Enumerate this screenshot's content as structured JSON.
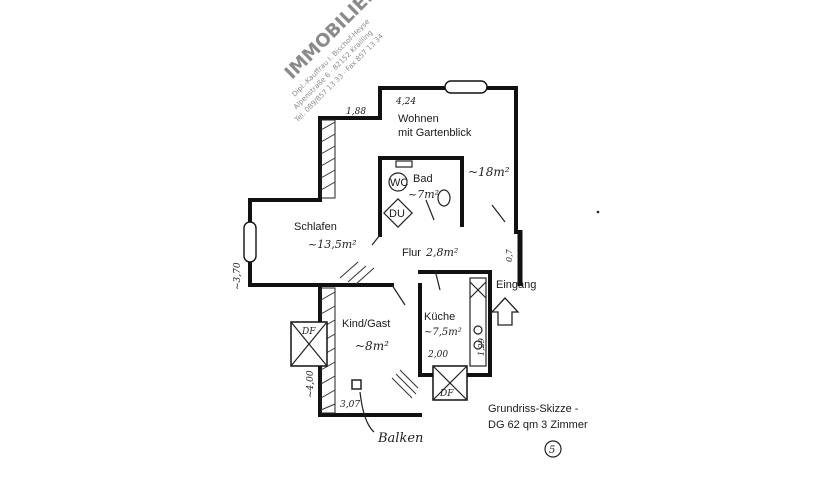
{
  "stamp": {
    "brand": "IMMOBILIEN",
    "line1": "Dipl.-Kauffrau I. Bischof-Heyse",
    "line2": "Alpenstraße 6 · 82152 Krailling",
    "line3": "Tel. 089/857 13 33 · Fax 857 13 34"
  },
  "rooms": {
    "wohnen": {
      "name_1": "Wohnen",
      "name_2": "mit Gartenblick",
      "area": "~18m²"
    },
    "bad": {
      "name": "Bad",
      "area": "~7m²",
      "wc": "WC",
      "du": "DU"
    },
    "schlafen": {
      "name": "Schlafen",
      "area": "~13,5m²"
    },
    "flur": {
      "name": "Flur",
      "area": "2,8m²"
    },
    "kind": {
      "name": "Kind/Gast",
      "area": "~8m²"
    },
    "kueche": {
      "name": "Küche",
      "area": "~7,5m²"
    }
  },
  "eingang": "Eingang",
  "balkon": "Balken",
  "dims": {
    "d1": "1,88",
    "d2": "4,24",
    "d3": "~3,70",
    "d4": "2,00",
    "d5": "~4,00",
    "d6": "3,07",
    "d7": "0,7",
    "d8": "1,29"
  },
  "skylight_label": "DF",
  "caption": {
    "line1": "Grundriss-Skizze -",
    "line2": "DG 62 qm 3 Zimmer"
  },
  "page_number": "5"
}
